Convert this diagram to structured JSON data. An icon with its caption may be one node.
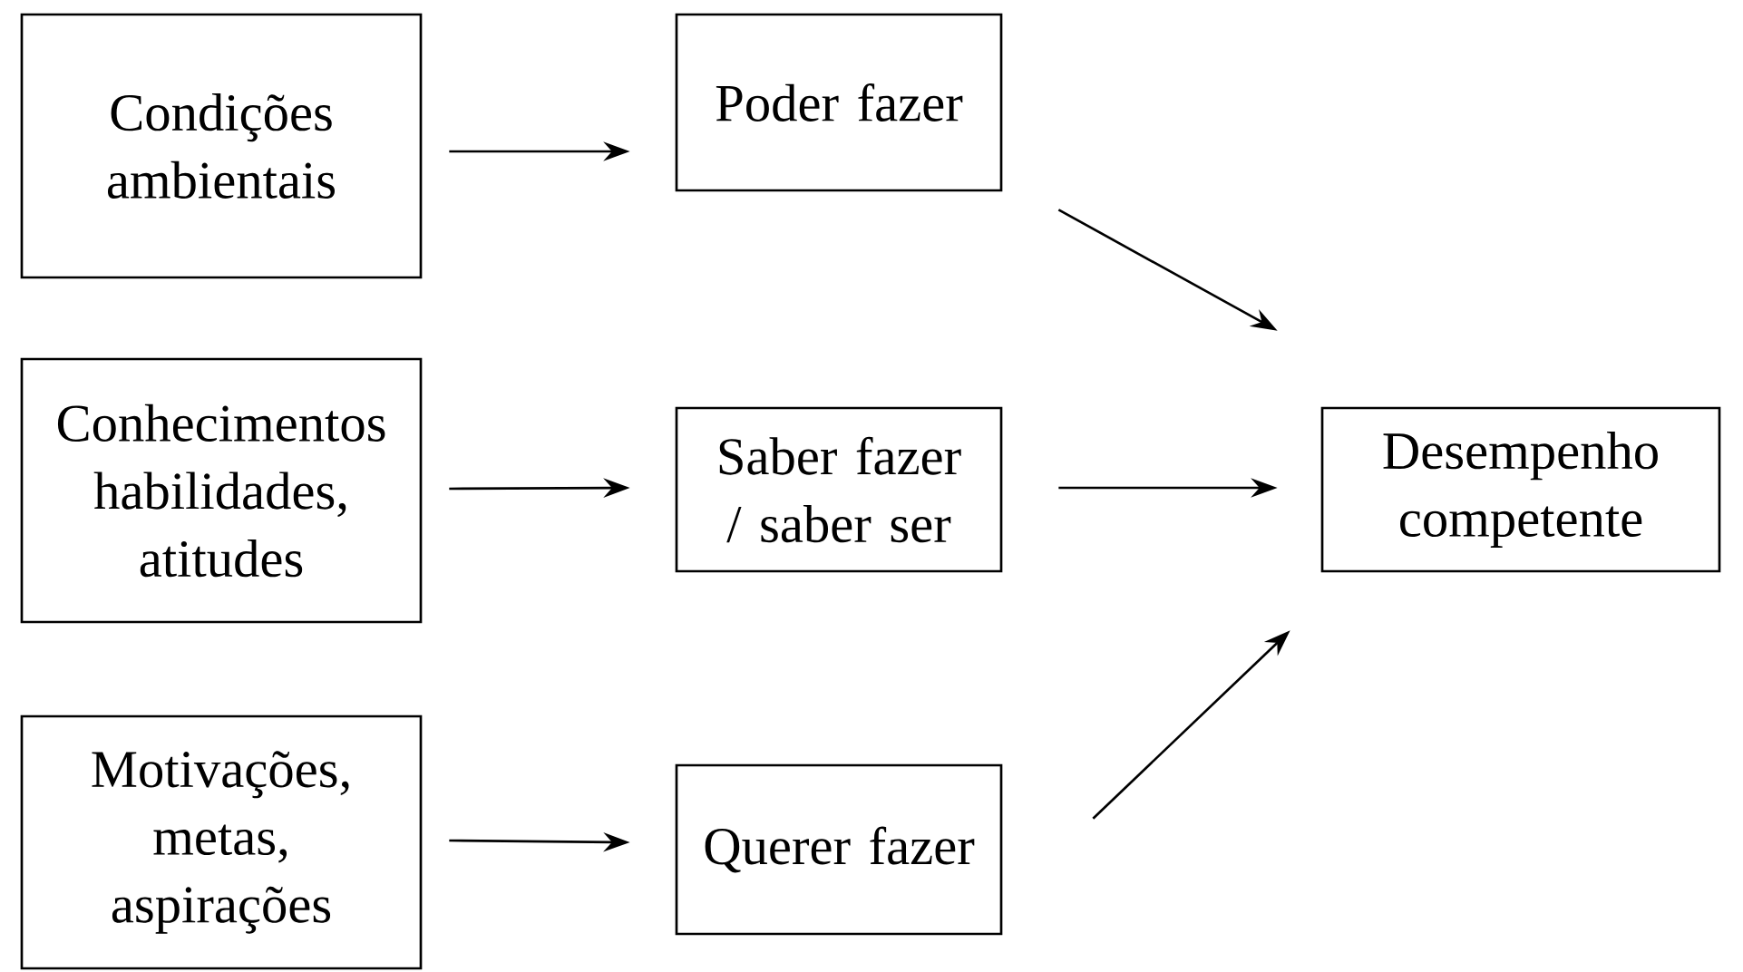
{
  "diagram": {
    "nodes": [
      {
        "text": [
          "Condições ambientais"
        ]
      },
      {
        "text": [
          "Poder fazer"
        ]
      },
      {
        "text": [
          "Conhecimentos habilidades, atitudes"
        ]
      },
      {
        "text": [
          "Saber fazer / saber ser"
        ]
      },
      {
        "text": [
          "Desempenho competente"
        ]
      },
      {
        "text": [
          "Motivações, metas, aspirações"
        ]
      },
      {
        "text": [
          "Querer fazer"
        ]
      }
    ],
    "edges": [
      {
        "from": 0,
        "to": 1,
        "arrow": "to"
      },
      {
        "from": 2,
        "to": 3,
        "arrow": "to"
      },
      {
        "from": 5,
        "to": 6,
        "arrow": "to"
      },
      {
        "from": 1,
        "to": 4,
        "arrow": "to"
      },
      {
        "from": 3,
        "to": 4,
        "arrow": "to"
      },
      {
        "from": 6,
        "to": 4,
        "arrow": "to"
      }
    ]
  }
}
